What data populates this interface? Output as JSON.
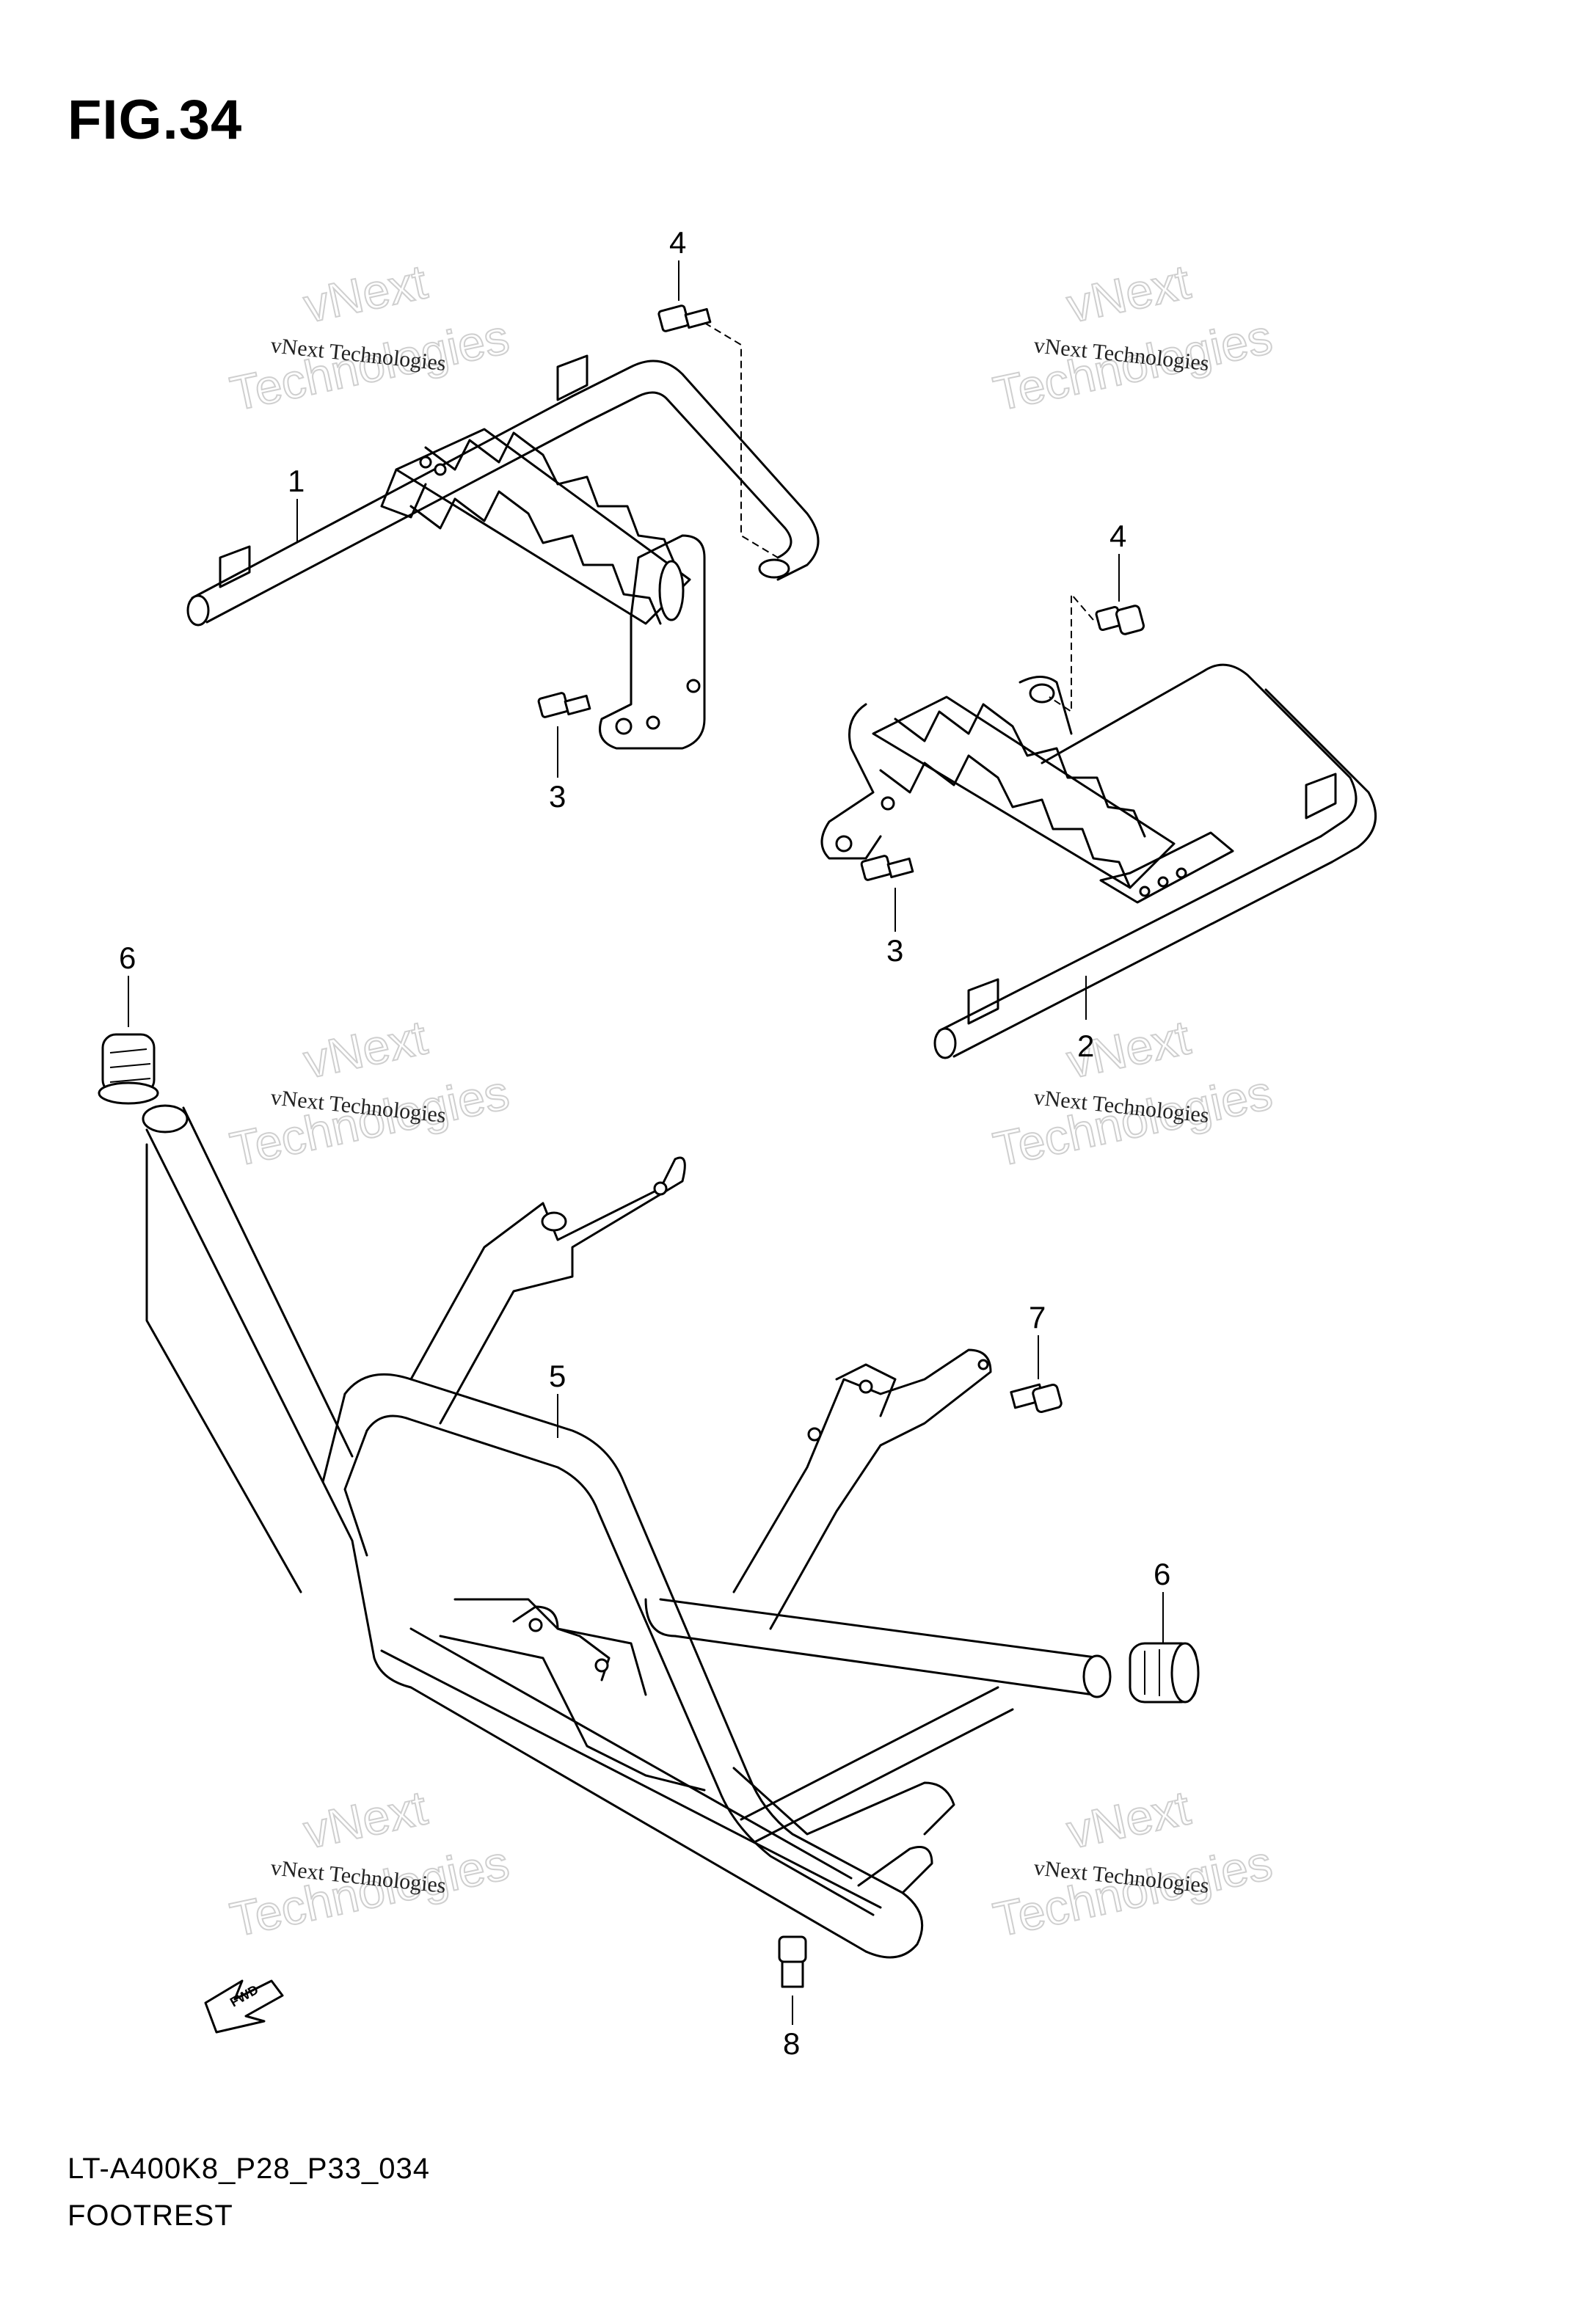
{
  "figure": {
    "title": "FIG.34",
    "model_code": "LT-A400K8_P28_P33_034",
    "section_name": "FOOTREST"
  },
  "callouts": {
    "c1": "1",
    "c2": "2",
    "c3a": "3",
    "c3b": "3",
    "c4a": "4",
    "c4b": "4",
    "c5": "5",
    "c6a": "6",
    "c6b": "6",
    "c7": "7",
    "c8": "8"
  },
  "fwd_label": "FWD",
  "watermark": {
    "line1": "vNext Technologies",
    "line2": "vNext",
    "line3": "Technologies"
  }
}
